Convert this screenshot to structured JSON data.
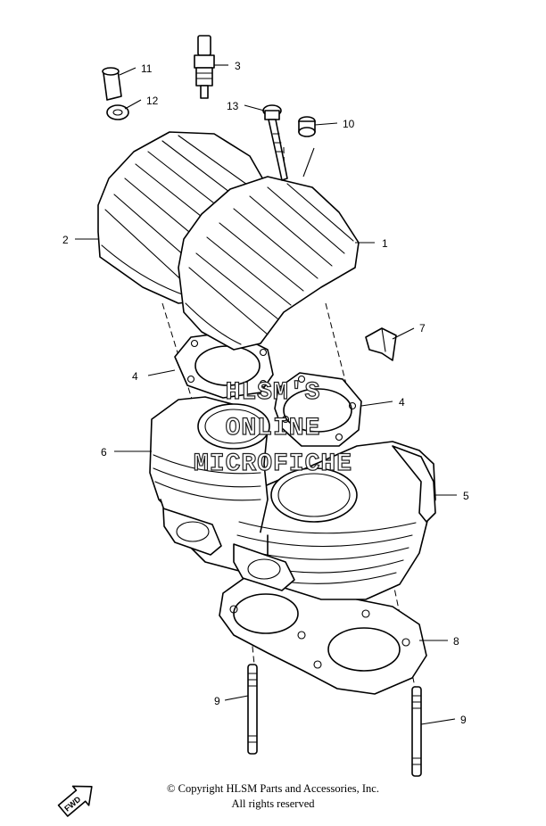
{
  "diagram": {
    "callouts": [
      {
        "label": "1"
      },
      {
        "label": "2"
      },
      {
        "label": "3"
      },
      {
        "label": "4"
      },
      {
        "label": "4"
      },
      {
        "label": "5"
      },
      {
        "label": "6"
      },
      {
        "label": "7"
      },
      {
        "label": "8"
      },
      {
        "label": "9"
      },
      {
        "label": "9"
      },
      {
        "label": "10"
      },
      {
        "label": "11"
      },
      {
        "label": "12"
      },
      {
        "label": "13"
      }
    ],
    "watermark": {
      "line1": "HLSM'S",
      "line2": "ONLINE",
      "line3": "MICROFICHE"
    },
    "direction_badge": "FWD"
  },
  "footer": {
    "copyright": "© Copyright HLSM Parts and Accessories, Inc.",
    "rights": "All rights reserved"
  }
}
